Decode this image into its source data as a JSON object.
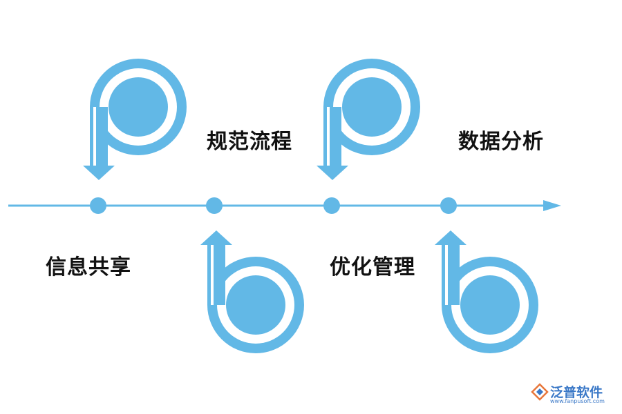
{
  "steps": [
    {
      "label": "信息共享"
    },
    {
      "label": "规范流程"
    },
    {
      "label": "优化管理"
    },
    {
      "label": "数据分析"
    }
  ],
  "colors": {
    "accent": "#62b8e6",
    "text": "#111111",
    "background": "#ffffff",
    "brand": "#3a78c7",
    "brand_logo": "#e8763a"
  },
  "watermark": {
    "name": "泛普软件",
    "url": "www.fanpusoft.com"
  }
}
